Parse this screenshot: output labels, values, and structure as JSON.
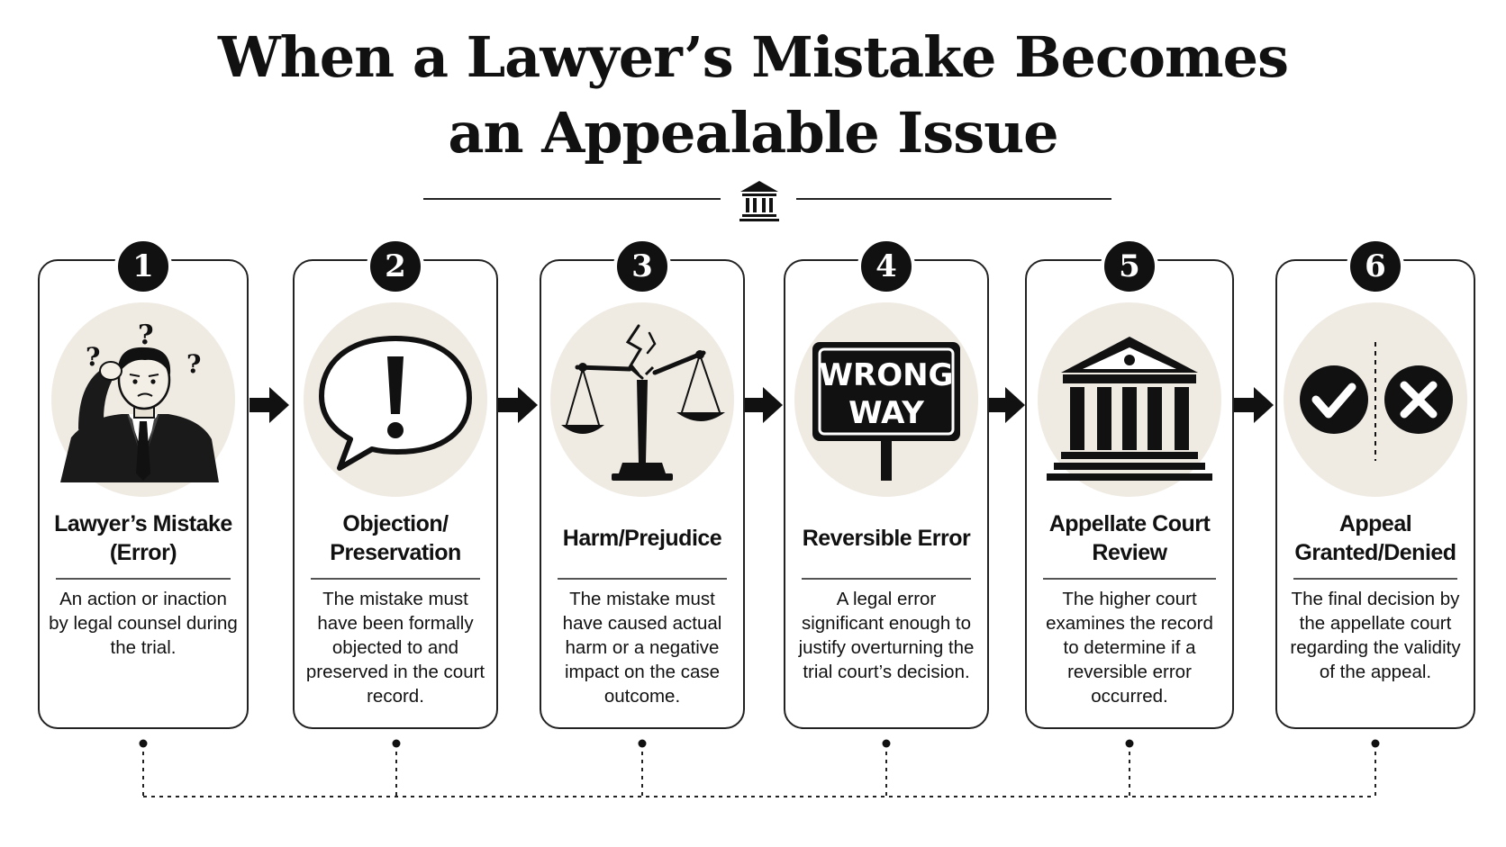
{
  "title": {
    "line1": "When a Lawyer’s Mistake Becomes",
    "line2": "an Appealable Issue"
  },
  "title_icon": "courthouse-icon",
  "steps": [
    {
      "number": "1",
      "title": "Lawyer’s Mistake (Error)",
      "description": "An action or inaction by legal counsel during the trial.",
      "icon": "confused-lawyer-icon"
    },
    {
      "number": "2",
      "title": "Objection/ Preservation",
      "description": "The mistake must have been formally objected to and preserved in the court record.",
      "icon": "exclamation-speech-bubble-icon"
    },
    {
      "number": "3",
      "title": "Harm/Prejudice",
      "description": "The mistake must have caused actual harm or a negative impact on the case outcome.",
      "icon": "broken-scales-icon"
    },
    {
      "number": "4",
      "title": "Reversible Error",
      "description": "A legal error significant enough to justify overturning the trial court’s decision.",
      "icon": "wrong-way-sign-icon",
      "sign_text": {
        "line1": "WRONG",
        "line2": "WAY"
      }
    },
    {
      "number": "5",
      "title": "Appellate Court Review",
      "description": "The higher court examines the record to determine if a reversible error occurred.",
      "icon": "courthouse-icon"
    },
    {
      "number": "6",
      "title": "Appeal Granted/Denied",
      "description": "The final decision by the appellate court regarding the validity of the appeal.",
      "icon": "check-and-cross-icon"
    }
  ],
  "colors": {
    "ink": "#111111",
    "disc": "#efebe3",
    "border": "#222222"
  }
}
